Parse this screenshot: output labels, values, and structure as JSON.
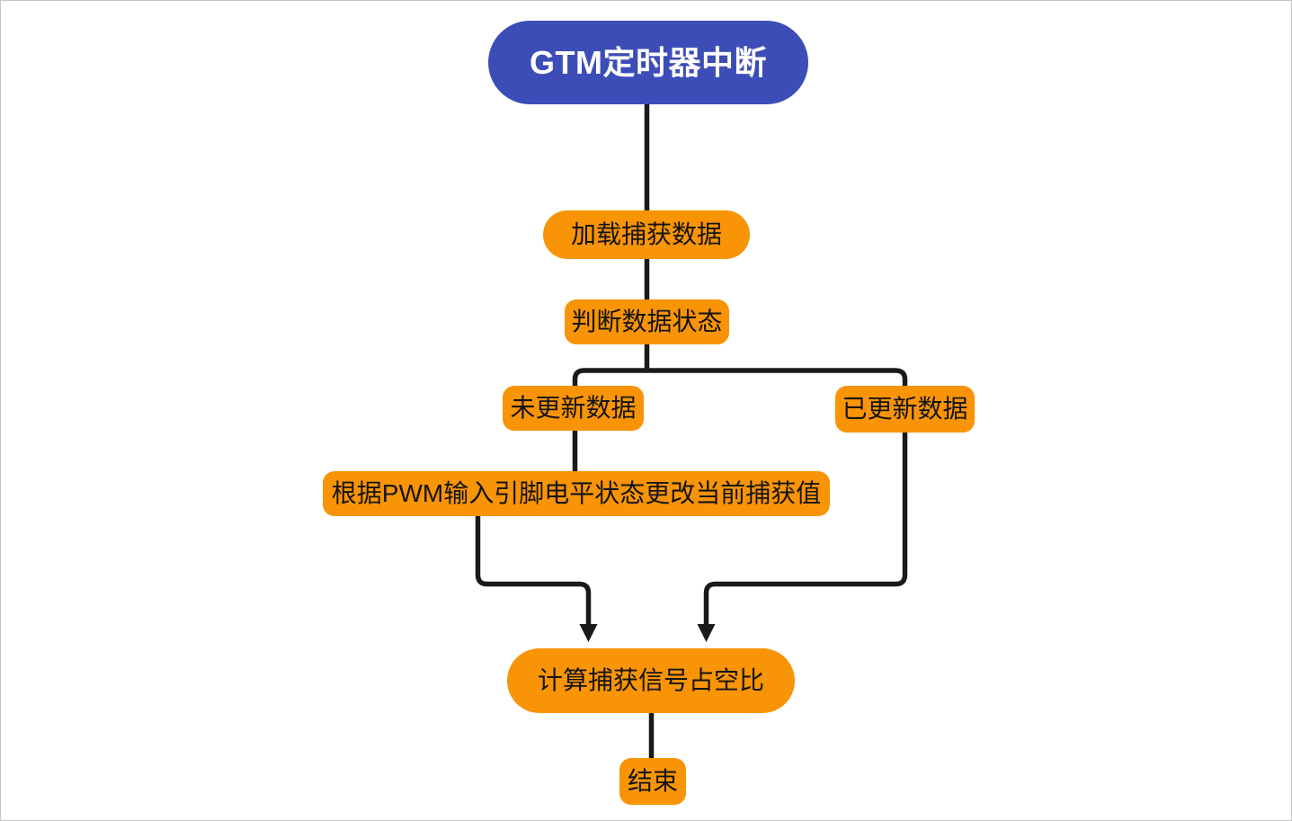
{
  "diagram": {
    "type": "flowchart",
    "direction": "top-down",
    "colors": {
      "background": "#ffffff",
      "canvas_border": "#c4c4c4",
      "edge_line": "#1a1a1a",
      "node_fill_orange": "#f89406",
      "node_fill_blue": "#3d4db7",
      "text_on_orange": "#141414",
      "text_on_blue": "#ffffff"
    },
    "nodes": {
      "start": {
        "label": "GTM定时器中断",
        "shape": "stadium",
        "fill": "#3d4db7"
      },
      "load": {
        "label": "加载捕获数据",
        "shape": "stadium",
        "fill": "#f89406"
      },
      "judge": {
        "label": "判断数据状态",
        "shape": "rounded-rect",
        "fill": "#f89406"
      },
      "not_updated": {
        "label": "未更新数据",
        "shape": "rounded-rect",
        "fill": "#f89406"
      },
      "updated": {
        "label": "已更新数据",
        "shape": "rounded-rect",
        "fill": "#f89406"
      },
      "pwm": {
        "label": "根据PWM输入引脚电平状态更改当前捕获值",
        "shape": "rounded-rect",
        "fill": "#f89406"
      },
      "calc": {
        "label": "计算捕获信号占空比",
        "shape": "stadium",
        "fill": "#f89406"
      },
      "end": {
        "label": "结束",
        "shape": "rounded-rect",
        "fill": "#f89406"
      }
    },
    "edges": [
      {
        "from": "start",
        "to": "load",
        "arrowhead": false
      },
      {
        "from": "load",
        "to": "judge",
        "arrowhead": false
      },
      {
        "from": "judge",
        "to": "not_updated",
        "arrowhead": false
      },
      {
        "from": "judge",
        "to": "updated",
        "arrowhead": false
      },
      {
        "from": "not_updated",
        "to": "pwm",
        "arrowhead": false
      },
      {
        "from": "pwm",
        "to": "calc",
        "arrowhead": true
      },
      {
        "from": "updated",
        "to": "calc",
        "arrowhead": true
      },
      {
        "from": "calc",
        "to": "end",
        "arrowhead": false
      }
    ]
  }
}
